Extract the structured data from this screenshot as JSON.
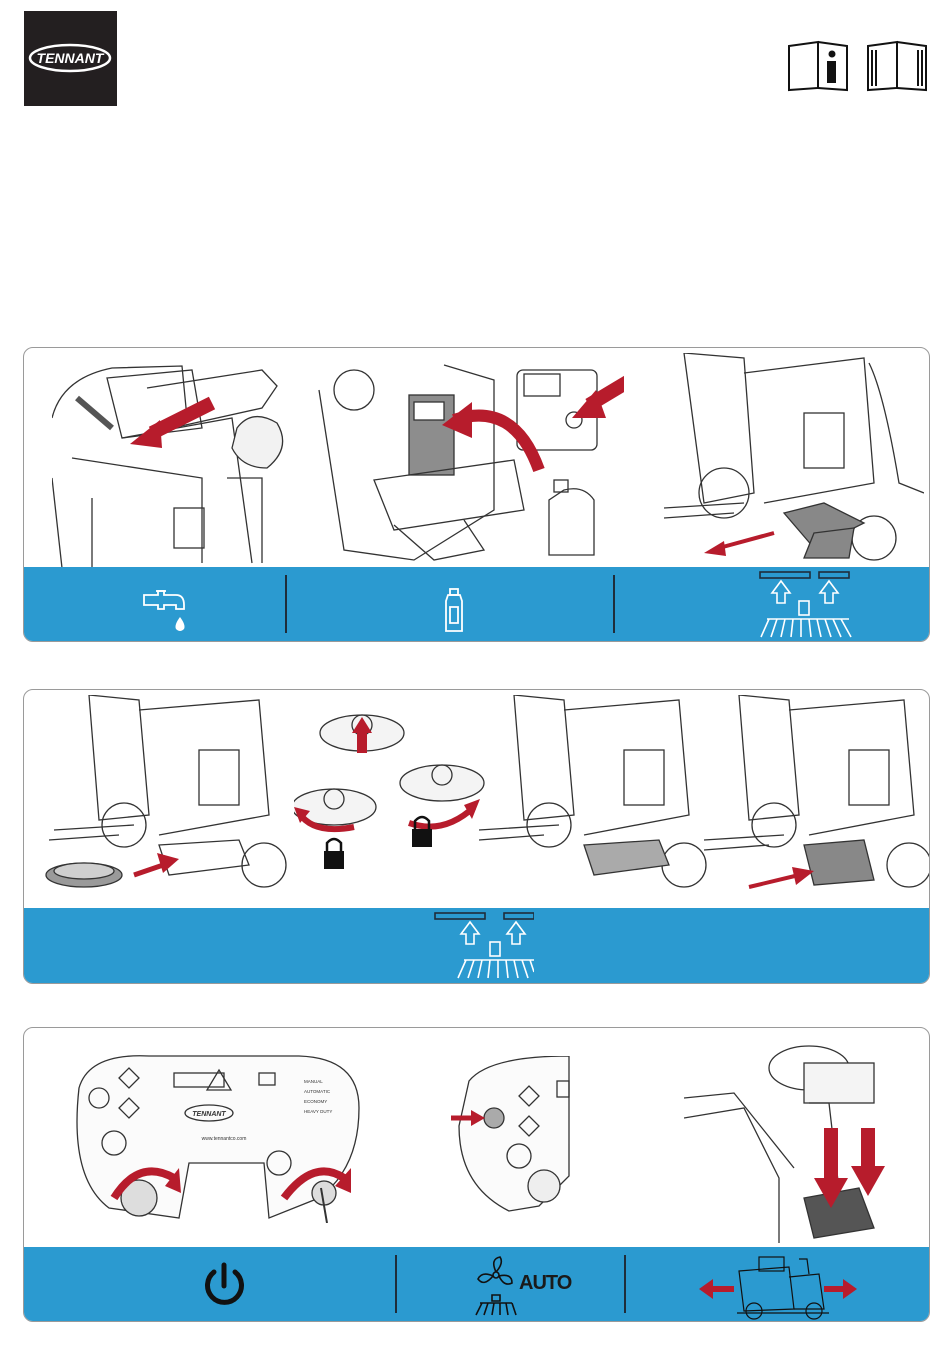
{
  "header": {
    "brand": "TENNANT",
    "icons": [
      "info-manual-icon",
      "open-book-icon"
    ]
  },
  "panel_fill": {
    "icons": [
      "water-faucet-icon",
      "detergent-bottle-icon",
      "squeegee-lift-icon"
    ],
    "illustrations": [
      "open-seat-water-fill",
      "add-detergent-to-tank",
      "pull-squeegee-out"
    ]
  },
  "panel_brush": {
    "icons": [
      "squeegee-lift-icon"
    ],
    "illustrations": [
      "pad-driver-slide-in",
      "pad-driver-lock-rotate",
      "machine-with-pad",
      "push-deck-under"
    ]
  },
  "panel_start": {
    "icons": [
      "power-icon",
      "fan-brush-icon",
      "move-forward-backward-icon"
    ],
    "auto_label": "AUTO",
    "control_panel_brand": "TENNANT",
    "control_panel_url": "www.tennantco.com",
    "mode_labels": [
      "MANUAL",
      "AUTOMATIC",
      "ECONOMY",
      "HEAVY DUTY"
    ]
  },
  "colors": {
    "band": "#2b9ad0",
    "arrow": "#b71c2c",
    "logo_bg": "#231f20"
  }
}
